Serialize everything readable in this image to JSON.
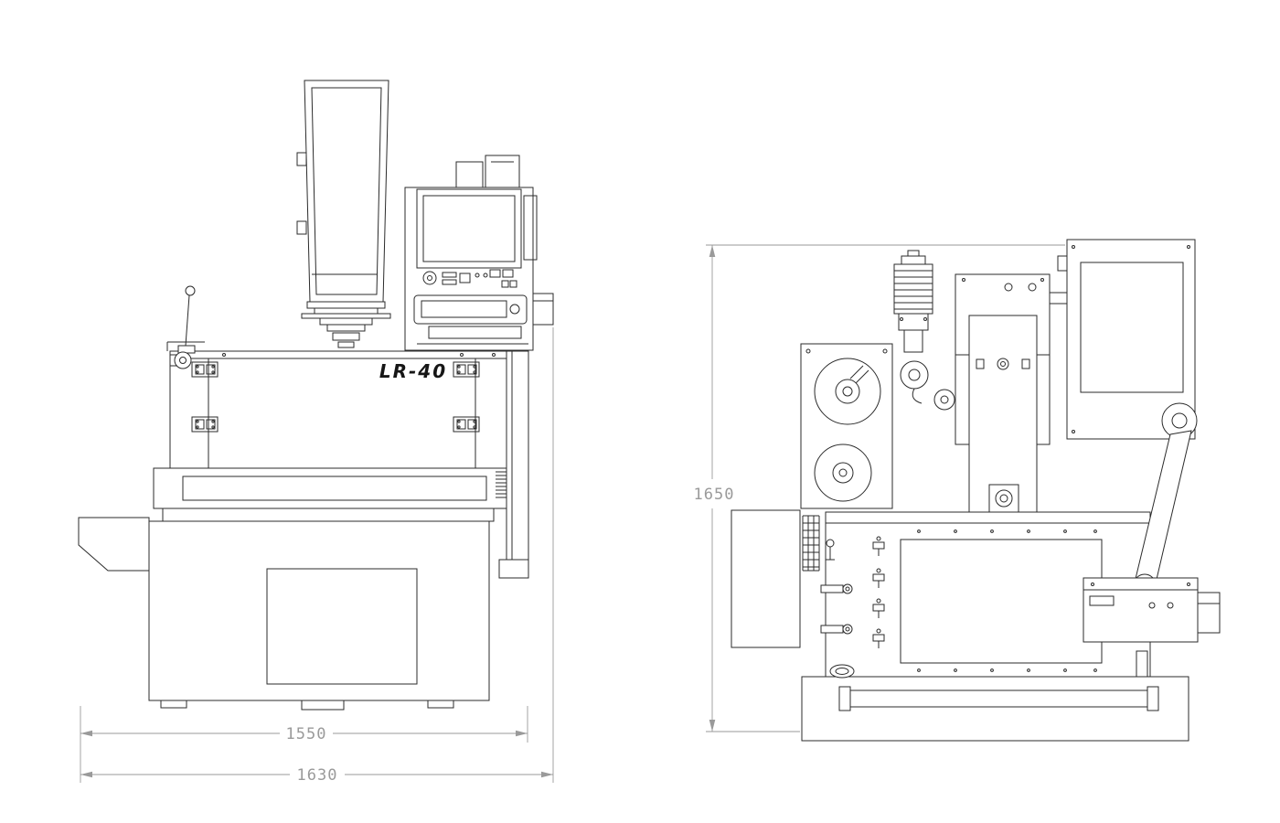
{
  "page": {
    "background": "#ffffff"
  },
  "drawing": {
    "model_label": "LR-40",
    "front_view": {
      "dim_inner_width": "1550",
      "dim_overall_width": "1630"
    },
    "side_view": {
      "dim_overall_height": "1650"
    },
    "colors": {
      "line": "#2b2b2b",
      "dimension": "#9a9a9a"
    }
  }
}
